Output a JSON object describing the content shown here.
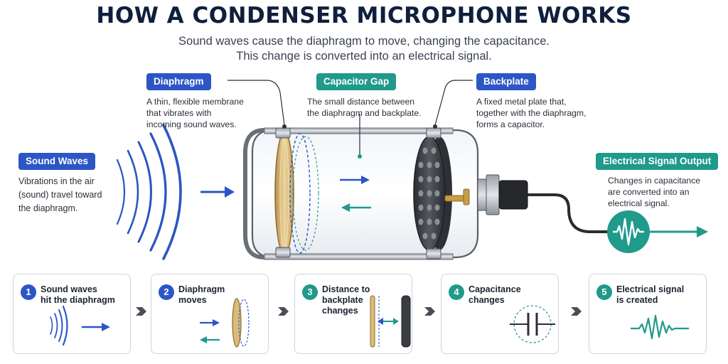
{
  "title": "HOW A CONDENSER MICROPHONE WORKS",
  "subtitle_lines": [
    "Sound waves cause the diaphragm to move, changing the capacitance.",
    "This change is converted into an electrical signal."
  ],
  "labels": {
    "diaphragm": {
      "title": "Diaphragm",
      "lines": [
        "A thin, flexible membrane",
        "that vibrates with",
        "incoming sound waves."
      ]
    },
    "capacitor_gap": {
      "title": "Capacitor Gap",
      "lines": [
        "The small distance between",
        "the diaphragm and backplate."
      ]
    },
    "backplate": {
      "title": "Backplate",
      "lines": [
        "A fixed metal plate that,",
        "together with the diaphragm,",
        "forms a capacitor."
      ]
    },
    "sound_waves": {
      "title": "Sound Waves",
      "lines": [
        "Vibrations in the air",
        "(sound) travel toward",
        "the diaphragm."
      ]
    },
    "signal_output": {
      "title": "Electrical Signal Output",
      "lines": [
        "Changes in capacitance",
        "are converted into an",
        "electrical signal."
      ]
    }
  },
  "steps": [
    {
      "number": "1",
      "lines": [
        "Sound waves",
        "hit the diaphragm"
      ]
    },
    {
      "number": "2",
      "lines": [
        "Diaphragm",
        "moves"
      ]
    },
    {
      "number": "3",
      "lines": [
        "Distance to",
        "backplate",
        "changes"
      ]
    },
    {
      "number": "4",
      "lines": [
        "Capacitance",
        "changes"
      ]
    },
    {
      "number": "5",
      "lines": [
        "Electrical signal",
        "is created"
      ]
    }
  ],
  "colors": {
    "blue": "#2c56c5",
    "teal": "#1f9a8b",
    "diaphragm_gold": "#d9b36a",
    "backplate_dark": "#3a3d42"
  }
}
